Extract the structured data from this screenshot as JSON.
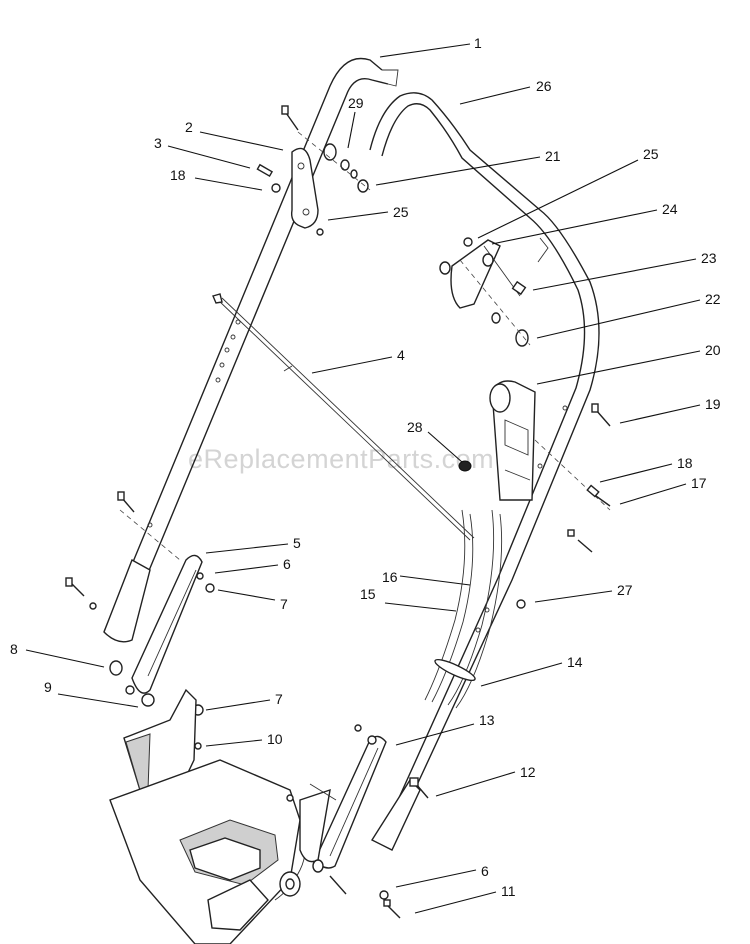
{
  "watermark": "eReplacementParts.com",
  "callouts": [
    {
      "label": "1"
    },
    {
      "label": "26"
    },
    {
      "label": "29"
    },
    {
      "label": "2"
    },
    {
      "label": "3"
    },
    {
      "label": "18"
    },
    {
      "label": "21"
    },
    {
      "label": "25"
    },
    {
      "label": "25"
    },
    {
      "label": "24"
    },
    {
      "label": "23"
    },
    {
      "label": "22"
    },
    {
      "label": "20"
    },
    {
      "label": "4"
    },
    {
      "label": "19"
    },
    {
      "label": "28"
    },
    {
      "label": "18"
    },
    {
      "label": "17"
    },
    {
      "label": "5"
    },
    {
      "label": "6"
    },
    {
      "label": "7"
    },
    {
      "label": "16"
    },
    {
      "label": "27"
    },
    {
      "label": "15"
    },
    {
      "label": "8"
    },
    {
      "label": "14"
    },
    {
      "label": "9"
    },
    {
      "label": "7"
    },
    {
      "label": "13"
    },
    {
      "label": "10"
    },
    {
      "label": "12"
    },
    {
      "label": "6"
    },
    {
      "label": "11"
    }
  ]
}
